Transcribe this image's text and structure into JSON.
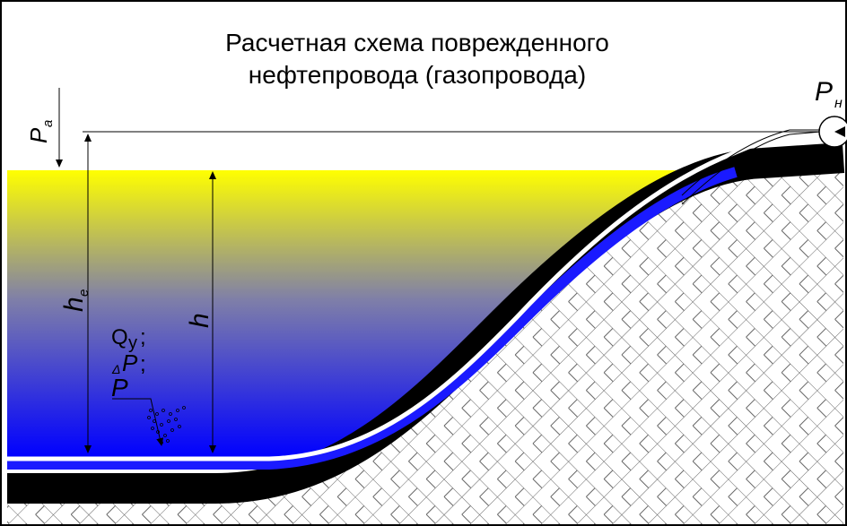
{
  "title": {
    "line1": "Расчетная схема поврежденного",
    "line2": "нефтепровода (газопровода)"
  },
  "labels": {
    "p_atm": "P",
    "p_atm_sub": "a",
    "p_pump": "P",
    "p_pump_sub": "н",
    "h_e": "h",
    "h_e_sub": "e",
    "h": "h",
    "q_leak": "Q",
    "q_leak_sub": "у",
    "q_leak_sep": ";",
    "delta_p_prefix": "Δ",
    "delta_p": "P",
    "delta_p_sep": ";",
    "p_local": "P"
  },
  "colors": {
    "water_top": "#ffff00",
    "water_bottom": "#0000ff",
    "pipe": "#000000",
    "pipe_inner": "#ffffff",
    "ground_hatch": "#777777"
  }
}
